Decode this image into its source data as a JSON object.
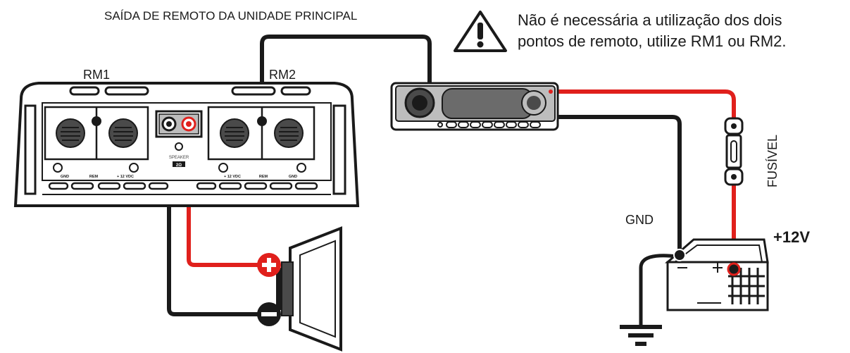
{
  "labels": {
    "remote_out": "SAÍDA DE REMOTO DA UNIDADE PRINCIPAL",
    "note_line1": "Não é necessária a utilização dos dois",
    "note_line2": "pontos de remoto, utilize RM1 ou RM2.",
    "rm1": "RM1",
    "rm2": "RM2",
    "gnd": "GND",
    "plus12v": "+12V",
    "fuse": "FUSÍVEL"
  },
  "amplifier": {
    "terminals": {
      "gnd_left": "GND",
      "rem_left": "REM",
      "vdc_left": "+ 12 VDC",
      "vdc_right": "+ 12 VDC",
      "rem_right": "REM",
      "gnd_right": "GND"
    },
    "speaker_block": {
      "label": "SPEAKER",
      "ohms": "2Ω"
    }
  },
  "colors": {
    "wire_black": "#1a1a1a",
    "wire_red": "#e0201c",
    "outline": "#1a1a1a",
    "panel_gray": "#bdbdbd",
    "dark_gray": "#4a4a4a",
    "polarity_red": "#e0201c"
  },
  "icons": {
    "warning": "warning-triangle-icon",
    "ground": "ground-symbol-icon",
    "plus": "plus-icon",
    "minus": "minus-icon"
  }
}
